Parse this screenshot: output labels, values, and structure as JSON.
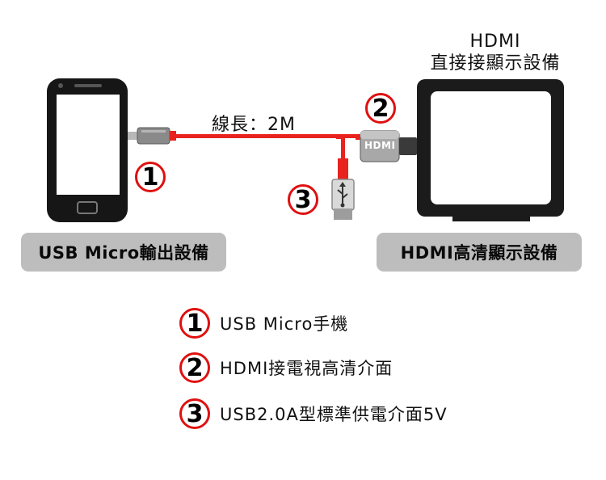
{
  "tv_title_line1": "HDMI",
  "tv_title_line2": "直接接顯示設備",
  "cable_length": "線長：2M",
  "hdmi_plug_text": "HDMI",
  "callout_1": "1",
  "callout_2": "2",
  "callout_3": "3",
  "left_device_label": "USB Micro輸出設備",
  "right_device_label": "HDMI高清顯示設備",
  "legend": [
    {
      "num": "1",
      "text": "USB Micro手機"
    },
    {
      "num": "2",
      "text": "HDMI接電視高清介面"
    },
    {
      "num": "3",
      "text": "USB2.0A型標準供電介面5V"
    }
  ],
  "colors": {
    "cable": "#e8231f",
    "callout_ring": "#e01010",
    "badge": "#bdbdbd"
  }
}
